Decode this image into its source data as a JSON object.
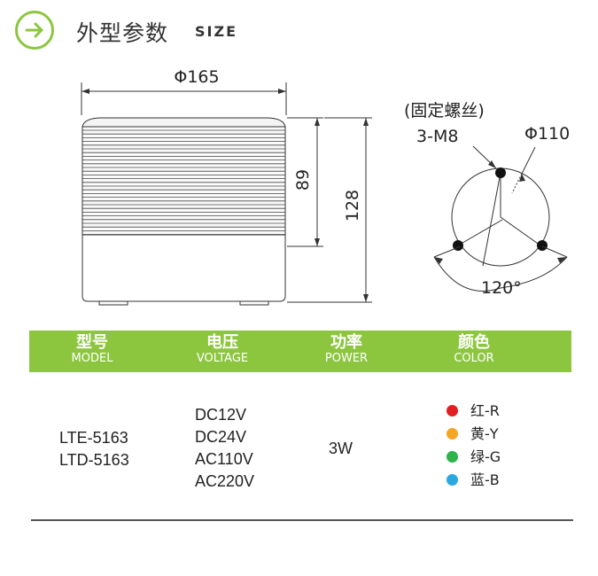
{
  "header": {
    "title": "外型参数",
    "subtitle": "SIZE",
    "icon": "arrow-right-circle-icon",
    "accent_color": "#8cc63f"
  },
  "drawing": {
    "diameter_label": "Φ165",
    "height_inner_label": "89",
    "height_total_label": "128",
    "screw_note": "(固定螺丝)",
    "screw_label": "3-M8",
    "hole_diameter_label": "Φ110",
    "angle_label": "120°"
  },
  "table": {
    "headers": [
      {
        "zh": "型号",
        "en": "MODEL"
      },
      {
        "zh": "电压",
        "en": "VOLTAGE"
      },
      {
        "zh": "功率",
        "en": "POWER"
      },
      {
        "zh": "颜色",
        "en": "COLOR"
      }
    ],
    "models": [
      "LTE-5163",
      "LTD-5163"
    ],
    "voltages": [
      "DC12V",
      "DC24V",
      "AC110V",
      "AC220V"
    ],
    "power": "3W",
    "colors": [
      {
        "label": "红-R",
        "hex": "#e02020"
      },
      {
        "label": "黄-Y",
        "hex": "#f5a623"
      },
      {
        "label": "绿-G",
        "hex": "#2db34a"
      },
      {
        "label": "蓝-B",
        "hex": "#2aa8e0"
      }
    ]
  }
}
